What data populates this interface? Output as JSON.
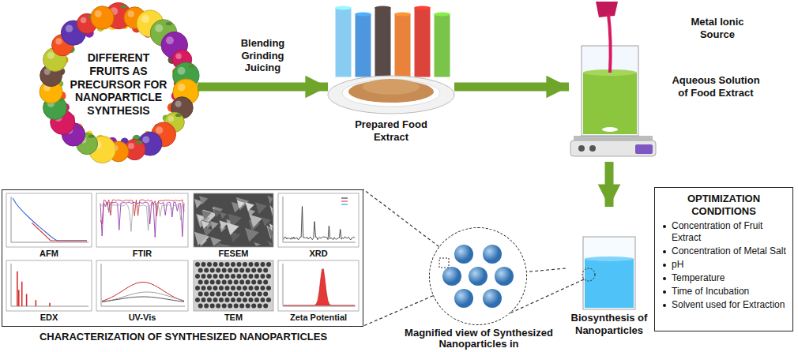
{
  "diagram": {
    "nodes": [
      {
        "text": [
          "DIFFERENT FRUITS AS PRECURSOR FOR NANOPARTICLE SYNTHESIS"
        ]
      },
      {
        "text": [
          "Prepared Food Extract"
        ]
      },
      {
        "text": [
          "Metal Ionic Source",
          "Aqueous Solution of Food Extract"
        ]
      },
      {
        "text": [
          "Biosynthesis of Nanoparticles"
        ]
      },
      {
        "text": [
          "OPTIMIZATION CONDITIONS",
          "Concentration of Fruit Extract",
          "Concentration of Metal Salt",
          "pH",
          "Temperature",
          "Time of Incubation",
          "Solvent used for Extraction"
        ]
      },
      {
        "text": [
          "Magnified view of Synthesized Nanoparticles in"
        ]
      },
      {
        "text": [
          "CHARACTERIZATION OF SYNTHESIZED NANOPARTICLES"
        ]
      },
      {
        "text": [
          "AFM"
        ],
        "in": 6
      },
      {
        "text": [
          "FTIR"
        ],
        "in": 6
      },
      {
        "text": [
          "FESEM"
        ],
        "in": 6
      },
      {
        "text": [
          "XRD"
        ],
        "in": 6
      },
      {
        "text": [
          "EDX"
        ],
        "in": 6
      },
      {
        "text": [
          "UV-Vis"
        ],
        "in": 6
      },
      {
        "text": [
          "TEM"
        ],
        "in": 6
      },
      {
        "text": [
          "Zeta Potential"
        ],
        "in": 6
      }
    ],
    "edges": [
      {
        "from": 0,
        "to": 1,
        "label": "Blending Grinding Juicing",
        "arrow": "to"
      },
      {
        "from": 1,
        "to": 2,
        "arrow": "to"
      },
      {
        "from": 2,
        "to": 3,
        "arrow": "to"
      },
      {
        "from": 3,
        "to": 5,
        "arrow": "none"
      },
      {
        "from": 5,
        "to": 6,
        "arrow": "none"
      }
    ]
  }
}
